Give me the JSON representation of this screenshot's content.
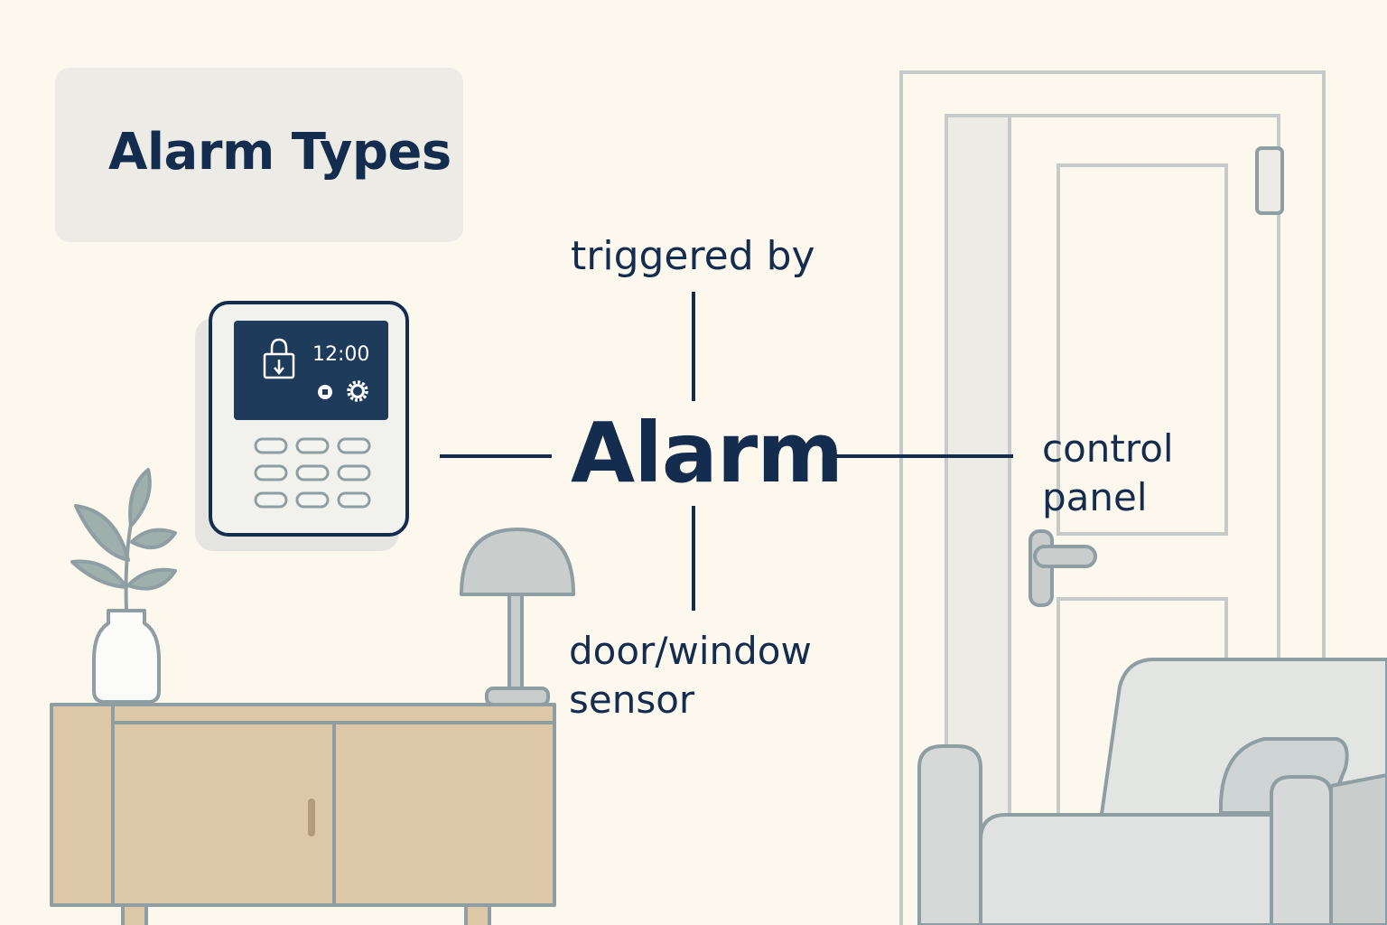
{
  "title": "Alarm Types",
  "center_label": "Alarm",
  "labels": {
    "top": "triggered by",
    "right": [
      "control",
      "panel"
    ],
    "bottom": [
      "door/window",
      "sensor"
    ]
  },
  "panel": {
    "clock": "12:00"
  },
  "icons": [
    "lock-icon",
    "record-icon",
    "gear-icon",
    "plant-icon",
    "lamp-icon",
    "door-handle-icon",
    "door-sensor-icon",
    "armchair-icon"
  ],
  "colors": {
    "background": "#fcf8ee",
    "title_box": "#ecebe5",
    "ink": "#142d4f",
    "panel_screen": "#1f3b5c",
    "cabinet": "#dcc8a6",
    "furniture_gray": "#d6d9d8",
    "outline_gray": "#8f9ea2"
  }
}
